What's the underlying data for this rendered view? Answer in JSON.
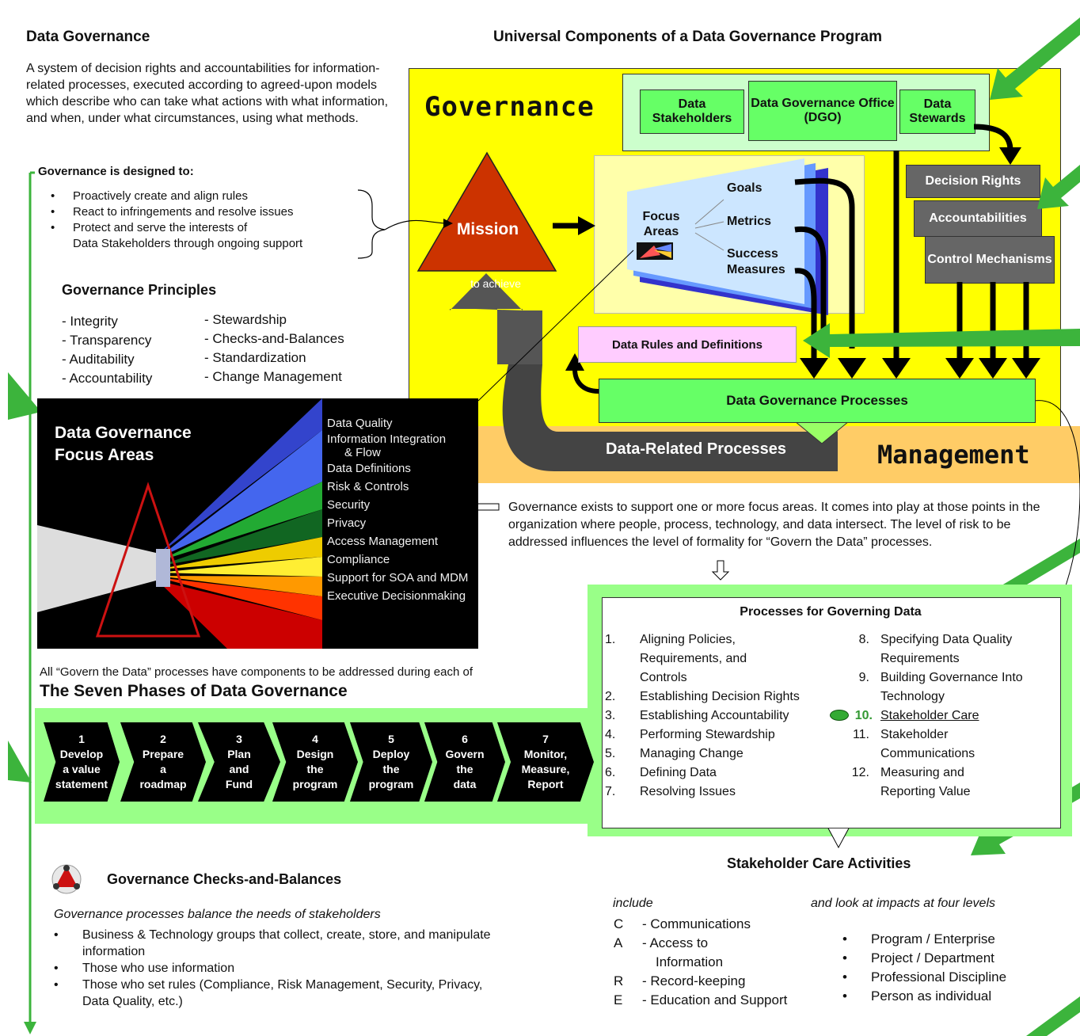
{
  "left": {
    "title": "Data Governance",
    "definition": "A system of decision rights and accountabilities for information-related processes, executed according to agreed-upon models which describe who can take what actions with what information, and when, under what circumstances, using what methods.",
    "designed_title": "Governance is designed to:",
    "designed_items": [
      "Proactively create and align rules",
      "React to infringements and resolve issues",
      "Protect and serve the interests of",
      "Data Stakeholders through ongoing support"
    ],
    "principles_title": "Governance Principles",
    "principles_col1": [
      "- Integrity",
      "- Transparency",
      "- Auditability",
      "- Accountability"
    ],
    "principles_col2": [
      "- Stewardship",
      "- Checks-and-Balances",
      "- Standardization",
      "- Change Management"
    ]
  },
  "focus_image": {
    "title_line1": "Data Governance",
    "title_line2": "Focus Areas",
    "areas": [
      "Data Quality",
      "Information Integration",
      "& Flow",
      "Data Definitions",
      "Risk & Controls",
      "Security",
      "Privacy",
      "Access Management",
      "Compliance",
      "Support for SOA and MDM",
      "Executive Decisionmaking"
    ]
  },
  "main": {
    "title": "Universal Components of a Data Governance Program",
    "governance_label": "Governance",
    "management_label": "Management",
    "stakeholders": "Data Stakeholders",
    "dgo": "Data Governance Office (DGO)",
    "stewards": "Data Stewards",
    "decision_rights": "Decision Rights",
    "accountabilities": "Accountabilities",
    "control_mechanisms": "Control Mechanisms",
    "mission": "Mission",
    "to_achieve": "to achieve",
    "focus_areas": "Focus Areas",
    "goals": "Goals",
    "metrics": "Metrics",
    "success_measures": "Success Measures",
    "rules_defs": "Data Rules and Definitions",
    "dg_processes": "Data Governance Processes",
    "data_related": "Data-Related Processes"
  },
  "support_text": "Governance exists to support one or more focus areas. It comes into play at those points in the organization where people, process, technology, and data intersect. The level of risk to be addressed influences the level of formality for “Govern the Data” processes.",
  "processes": {
    "title": "Processes for Governing Data",
    "col1": [
      {
        "n": "1.",
        "t": "Aligning Policies, Requirements, and Controls"
      },
      {
        "n": "2.",
        "t": "Establishing Decision Rights"
      },
      {
        "n": "3.",
        "t": "Establishing Accountability"
      },
      {
        "n": "4.",
        "t": "Performing Stewardship"
      },
      {
        "n": "5.",
        "t": "Managing Change"
      },
      {
        "n": "6.",
        "t": "Defining Data"
      },
      {
        "n": "7.",
        "t": "Resolving Issues"
      }
    ],
    "col2": [
      {
        "n": "8.",
        "t": "Specifying Data Quality Requirements"
      },
      {
        "n": "9.",
        "t": "Building Governance Into Technology"
      },
      {
        "n": "10.",
        "t": "Stakeholder Care"
      },
      {
        "n": "11.",
        "t": "Stakeholder Communications"
      },
      {
        "n": "12.",
        "t": "Measuring and Reporting Value"
      }
    ]
  },
  "phases": {
    "intro": "All “Govern the Data” processes have components to be addressed  during each of",
    "title": "The Seven Phases of Data Governance",
    "items": [
      {
        "n": "1",
        "l1": "Develop",
        "l2": "a value",
        "l3": "statement"
      },
      {
        "n": "2",
        "l1": "Prepare",
        "l2": "a",
        "l3": "roadmap"
      },
      {
        "n": "3",
        "l1": "Plan",
        "l2": "and",
        "l3": "Fund"
      },
      {
        "n": "4",
        "l1": "Design",
        "l2": "the",
        "l3": "program"
      },
      {
        "n": "5",
        "l1": "Deploy",
        "l2": "the",
        "l3": "program"
      },
      {
        "n": "6",
        "l1": "Govern",
        "l2": "the",
        "l3": "data"
      },
      {
        "n": "7",
        "l1": "Monitor,",
        "l2": "Measure,",
        "l3": "Report"
      }
    ]
  },
  "checks": {
    "title": "Governance Checks-and-Balances",
    "subtitle": "Governance processes balance the needs of stakeholders",
    "items": [
      "Business & Technology groups that collect, create, store, and manipulate information",
      "Those who use information",
      "Those who set rules (Compliance, Risk Management, Security, Privacy, Data Quality, etc.)"
    ]
  },
  "care": {
    "title": "Stakeholder Care Activities",
    "include": "include",
    "levels_label": "and look at impacts at four levels",
    "letters": [
      {
        "l": "C",
        "t": "- Communications"
      },
      {
        "l": "A",
        "t": "- Access to"
      },
      {
        "l": "",
        "t": "Information"
      },
      {
        "l": "R",
        "t": "- Record-keeping"
      },
      {
        "l": "E",
        "t": "- Education and Support"
      }
    ],
    "levels": [
      "Program / Enterprise",
      "Project / Department",
      "Professional Discipline",
      "Person as individual"
    ]
  },
  "colors": {
    "yellow": "#ffff00",
    "green": "#66ff66",
    "light_green": "#99ff99",
    "arrow_green": "#3cb43c",
    "mission": "#cc3300",
    "pink": "#ffccff",
    "orange": "#ffcc66"
  }
}
